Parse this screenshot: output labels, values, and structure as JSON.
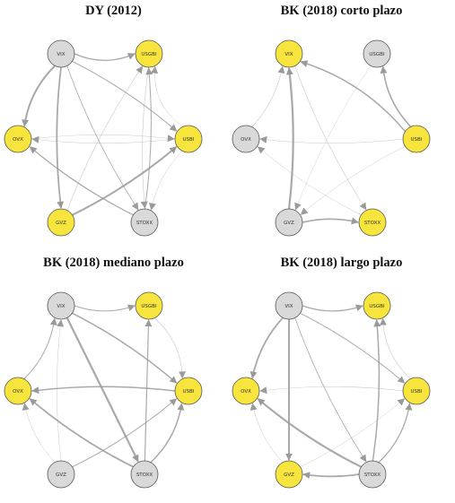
{
  "colors": {
    "highlight": "#f7e43c",
    "neutral": "#d9d9d9",
    "edge": "#9a9a9a",
    "node_stroke": "#555555"
  },
  "panels": [
    {
      "title": "DY (2012)",
      "nodes": [
        {
          "id": "VIX",
          "label": "VIX",
          "color": "neutral"
        },
        {
          "id": "USGBI",
          "label": "USGBI",
          "color": "highlight"
        },
        {
          "id": "USBI",
          "label": "USBI",
          "color": "highlight"
        },
        {
          "id": "STOXX",
          "label": "STOXX",
          "color": "neutral"
        },
        {
          "id": "GVZ",
          "label": "GVZ",
          "color": "highlight"
        },
        {
          "id": "OVX",
          "label": "OVX",
          "color": "highlight"
        }
      ],
      "edges": [
        {
          "from": "VIX",
          "to": "USGBI",
          "w": 1.3,
          "c": 0.15
        },
        {
          "from": "VIX",
          "to": "OVX",
          "w": 2.0,
          "c": 0.12
        },
        {
          "from": "VIX",
          "to": "GVZ",
          "w": 1.8,
          "c": 0.05
        },
        {
          "from": "VIX",
          "to": "USBI",
          "w": 1.0,
          "c": -0.05
        },
        {
          "from": "VIX",
          "to": "STOXX",
          "w": 0.8,
          "c": 0.05
        },
        {
          "from": "STOXX",
          "to": "OVX",
          "w": 1.3,
          "c": -0.05
        },
        {
          "from": "STOXX",
          "to": "USGBI",
          "w": 1.0,
          "c": 0.05
        },
        {
          "from": "USGBI",
          "to": "STOXX",
          "w": 0.6,
          "c": 0.05
        },
        {
          "from": "GVZ",
          "to": "USBI",
          "w": 2.0,
          "c": 0.05
        },
        {
          "from": "GVZ",
          "to": "USGBI",
          "w": 0.6,
          "c": -0.05
        },
        {
          "from": "OVX",
          "to": "USBI",
          "w": 0.6,
          "c": -0.05
        },
        {
          "from": "USBI",
          "to": "OVX",
          "w": 0.6,
          "c": -0.05
        },
        {
          "from": "USBI",
          "to": "USGBI",
          "w": 0.5,
          "c": -0.2
        },
        {
          "from": "USBI",
          "to": "STOXX",
          "w": 0.5,
          "c": 0.1
        }
      ]
    },
    {
      "title": "BK (2018) corto plazo",
      "nodes": [
        {
          "id": "VIX",
          "label": "VIX",
          "color": "highlight"
        },
        {
          "id": "USGBI",
          "label": "USGBI",
          "color": "neutral"
        },
        {
          "id": "USBI",
          "label": "USBI",
          "color": "highlight"
        },
        {
          "id": "STOXX",
          "label": "STOXX",
          "color": "highlight"
        },
        {
          "id": "GVZ",
          "label": "GVZ",
          "color": "neutral"
        },
        {
          "id": "OVX",
          "label": "OVX",
          "color": "neutral"
        }
      ],
      "edges": [
        {
          "from": "GVZ",
          "to": "VIX",
          "w": 2.2,
          "c": 0.05
        },
        {
          "from": "GVZ",
          "to": "STOXX",
          "w": 1.6,
          "c": -0.08
        },
        {
          "from": "USBI",
          "to": "VIX",
          "w": 1.5,
          "c": 0.12
        },
        {
          "from": "USBI",
          "to": "USGBI",
          "w": 1.6,
          "c": -0.12
        },
        {
          "from": "OVX",
          "to": "VIX",
          "w": 0.6,
          "c": 0.1
        },
        {
          "from": "VIX",
          "to": "STOXX",
          "w": 0.6,
          "c": 0.05
        },
        {
          "from": "USBI",
          "to": "GVZ",
          "w": 0.5,
          "c": 0.05
        },
        {
          "from": "USBI",
          "to": "OVX",
          "w": 0.5,
          "c": -0.05
        },
        {
          "from": "STOXX",
          "to": "OVX",
          "w": 0.5,
          "c": -0.05
        },
        {
          "from": "USGBI",
          "to": "GVZ",
          "w": 0.4,
          "c": 0.05
        }
      ]
    },
    {
      "title": "BK (2018) mediano plazo",
      "nodes": [
        {
          "id": "VIX",
          "label": "VIX",
          "color": "neutral"
        },
        {
          "id": "USGBI",
          "label": "USGBI",
          "color": "highlight"
        },
        {
          "id": "USBI",
          "label": "USBI",
          "color": "highlight"
        },
        {
          "id": "STOXX",
          "label": "STOXX",
          "color": "neutral"
        },
        {
          "id": "GVZ",
          "label": "GVZ",
          "color": "neutral"
        },
        {
          "id": "OVX",
          "label": "OVX",
          "color": "highlight"
        }
      ],
      "edges": [
        {
          "from": "VIX",
          "to": "USGBI",
          "w": 1.0,
          "c": 0.12
        },
        {
          "from": "VIX",
          "to": "USBI",
          "w": 1.5,
          "c": -0.05
        },
        {
          "from": "VIX",
          "to": "STOXX",
          "w": 2.2,
          "c": 0.0
        },
        {
          "from": "OVX",
          "to": "VIX",
          "w": 1.0,
          "c": 0.12
        },
        {
          "from": "STOXX",
          "to": "OVX",
          "w": 1.8,
          "c": -0.05
        },
        {
          "from": "STOXX",
          "to": "USBI",
          "w": 1.5,
          "c": 0.12
        },
        {
          "from": "STOXX",
          "to": "USGBI",
          "w": 1.2,
          "c": 0.0
        },
        {
          "from": "USBI",
          "to": "OVX",
          "w": 1.5,
          "c": 0.05
        },
        {
          "from": "GVZ",
          "to": "USBI",
          "w": 1.0,
          "c": 0.05
        },
        {
          "from": "GVZ",
          "to": "VIX",
          "w": 0.5,
          "c": -0.05
        },
        {
          "from": "GVZ",
          "to": "OVX",
          "w": 0.5,
          "c": -0.1
        },
        {
          "from": "USGBI",
          "to": "USBI",
          "w": 0.6,
          "c": -0.15
        }
      ]
    },
    {
      "title": "BK (2018) largo plazo",
      "nodes": [
        {
          "id": "VIX",
          "label": "VIX",
          "color": "neutral"
        },
        {
          "id": "USGBI",
          "label": "USGBI",
          "color": "highlight"
        },
        {
          "id": "USBI",
          "label": "USBI",
          "color": "highlight"
        },
        {
          "id": "STOXX",
          "label": "STOXX",
          "color": "neutral"
        },
        {
          "id": "GVZ",
          "label": "GVZ",
          "color": "highlight"
        },
        {
          "id": "OVX",
          "label": "OVX",
          "color": "highlight"
        }
      ],
      "edges": [
        {
          "from": "VIX",
          "to": "USGBI",
          "w": 1.3,
          "c": 0.12
        },
        {
          "from": "VIX",
          "to": "OVX",
          "w": 1.8,
          "c": 0.1
        },
        {
          "from": "VIX",
          "to": "GVZ",
          "w": 2.0,
          "c": 0.0
        },
        {
          "from": "VIX",
          "to": "USBI",
          "w": 1.0,
          "c": -0.05
        },
        {
          "from": "VIX",
          "to": "STOXX",
          "w": 0.8,
          "c": 0.05
        },
        {
          "from": "STOXX",
          "to": "OVX",
          "w": 2.2,
          "c": -0.05
        },
        {
          "from": "STOXX",
          "to": "GVZ",
          "w": 1.8,
          "c": -0.05
        },
        {
          "from": "STOXX",
          "to": "USGBI",
          "w": 1.5,
          "c": 0.05
        },
        {
          "from": "STOXX",
          "to": "USBI",
          "w": 1.3,
          "c": 0.12
        },
        {
          "from": "USBI",
          "to": "OVX",
          "w": 0.6,
          "c": 0.05
        },
        {
          "from": "USBI",
          "to": "USGBI",
          "w": 0.6,
          "c": -0.15
        },
        {
          "from": "GVZ",
          "to": "USBI",
          "w": 0.5,
          "c": 0.05
        },
        {
          "from": "GVZ",
          "to": "OVX",
          "w": 0.5,
          "c": -0.1
        }
      ]
    }
  ]
}
